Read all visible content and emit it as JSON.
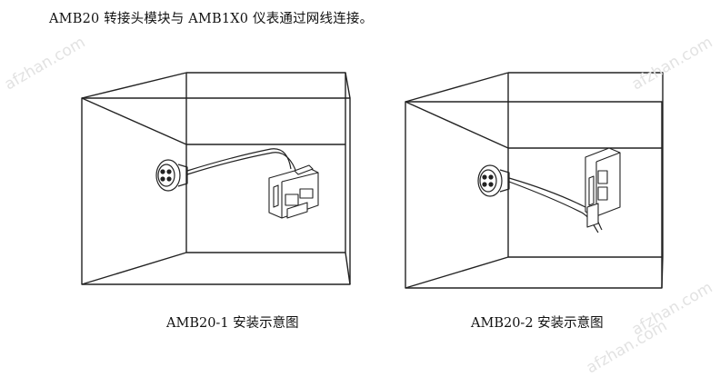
{
  "intro_text": "AMB20 转接头模块与 AMB1X0 仪表通过网线连接。",
  "figures": [
    {
      "caption": "AMB20-1 安装示意图"
    },
    {
      "caption": "AMB20-2 安装示意图"
    }
  ],
  "watermark": "afzhan.com"
}
